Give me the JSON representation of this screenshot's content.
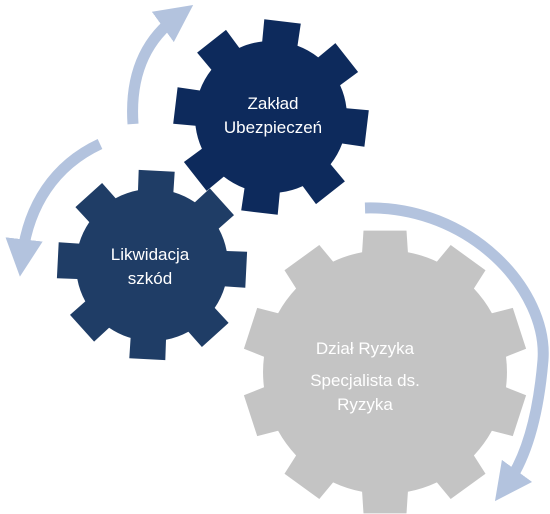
{
  "colors": {
    "gear_top": "#0d2a5c",
    "gear_left": "#1f3d66",
    "gear_right": "#c4c4c4",
    "arrows": "#b3c3de",
    "label_text": "#ffffff"
  },
  "gears": {
    "top": {
      "line1": "Zakład",
      "line2": "Ubezpieczeń"
    },
    "left": {
      "line1": "Likwidacja",
      "line2": "szkód"
    },
    "right": {
      "line1": "Dział Ryzyka",
      "line2": "Specjalista ds.",
      "line3": "Ryzyka"
    }
  },
  "arrows": [
    {
      "id": "top-arrow",
      "direction": "up"
    },
    {
      "id": "left-arrow",
      "direction": "down"
    },
    {
      "id": "right-arrow",
      "direction": "down"
    }
  ]
}
